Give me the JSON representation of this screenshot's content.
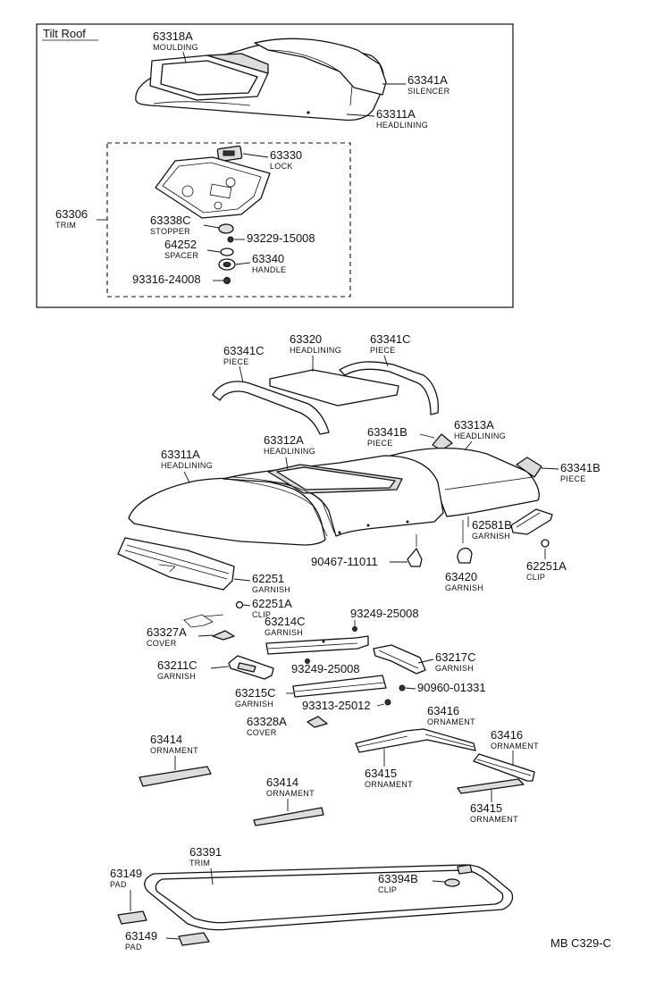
{
  "tilt_roof_title": "Tilt Roof",
  "diagram_code": "MB C329-C",
  "labels": {
    "tr_63318A": {
      "number": "63318A",
      "name": "MOULDING"
    },
    "tr_63341A": {
      "number": "63341A",
      "name": "SILENCER"
    },
    "tr_63311A": {
      "number": "63311A",
      "name": "HEADLINING"
    },
    "tr_63330": {
      "number": "63330",
      "name": "LOCK"
    },
    "tr_63306": {
      "number": "63306",
      "name": "TRIM"
    },
    "tr_63338C": {
      "number": "63338C",
      "name": "STOPPER"
    },
    "tr_93229": {
      "number": "93229-15008",
      "name": ""
    },
    "tr_64252": {
      "number": "64252",
      "name": "SPACER"
    },
    "tr_63340": {
      "number": "63340",
      "name": "HANDLE"
    },
    "tr_93316": {
      "number": "93316-24008",
      "name": ""
    },
    "p_63341C_l": {
      "number": "63341C",
      "name": "PIECE"
    },
    "p_63320": {
      "number": "63320",
      "name": "HEADLINING"
    },
    "p_63341C_r": {
      "number": "63341C",
      "name": "PIECE"
    },
    "p_63341B_c": {
      "number": "63341B",
      "name": "PIECE"
    },
    "p_63313A": {
      "number": "63313A",
      "name": "HEADLINING"
    },
    "p_63311A": {
      "number": "63311A",
      "name": "HEADLINING"
    },
    "p_63312A": {
      "number": "63312A",
      "name": "HEADLINING"
    },
    "p_63341B_r": {
      "number": "63341B",
      "name": "PIECE"
    },
    "p_62581B": {
      "number": "62581B",
      "name": "GARNISH"
    },
    "p_90467": {
      "number": "90467-11011",
      "name": ""
    },
    "p_63420": {
      "number": "63420",
      "name": "GARNISH"
    },
    "p_62251A_r": {
      "number": "62251A",
      "name": "CLIP"
    },
    "p_62251": {
      "number": "62251",
      "name": "GARNISH"
    },
    "p_62251A_c": {
      "number": "62251A",
      "name": "CLIP"
    },
    "p_93249_a": {
      "number": "93249-25008",
      "name": ""
    },
    "p_63214C": {
      "number": "63214C",
      "name": "GARNISH"
    },
    "p_63327A": {
      "number": "63327A",
      "name": "COVER"
    },
    "p_63217C": {
      "number": "63217C",
      "name": "GARNISH"
    },
    "p_63211C": {
      "number": "63211C",
      "name": "GARNISH"
    },
    "p_93249_b": {
      "number": "93249-25008",
      "name": ""
    },
    "p_63215C": {
      "number": "63215C",
      "name": "GARNISH"
    },
    "p_90960": {
      "number": "90960-01331",
      "name": ""
    },
    "p_93313": {
      "number": "93313-25012",
      "name": ""
    },
    "p_63416_a": {
      "number": "63416",
      "name": "ORNAMENT"
    },
    "p_63328A": {
      "number": "63328A",
      "name": "COVER"
    },
    "p_63416_b": {
      "number": "63416",
      "name": "ORNAMENT"
    },
    "p_63414_a": {
      "number": "63414",
      "name": "ORNAMENT"
    },
    "p_63415_a": {
      "number": "63415",
      "name": "ORNAMENT"
    },
    "p_63414_b": {
      "number": "63414",
      "name": "ORNAMENT"
    },
    "p_63415_b": {
      "number": "63415",
      "name": "ORNAMENT"
    },
    "p_63391": {
      "number": "63391",
      "name": "TRIM"
    },
    "p_63149_a": {
      "number": "63149",
      "name": "PAD"
    },
    "p_63394B": {
      "number": "63394B",
      "name": "CLIP"
    },
    "p_63149_b": {
      "number": "63149",
      "name": "PAD"
    }
  }
}
